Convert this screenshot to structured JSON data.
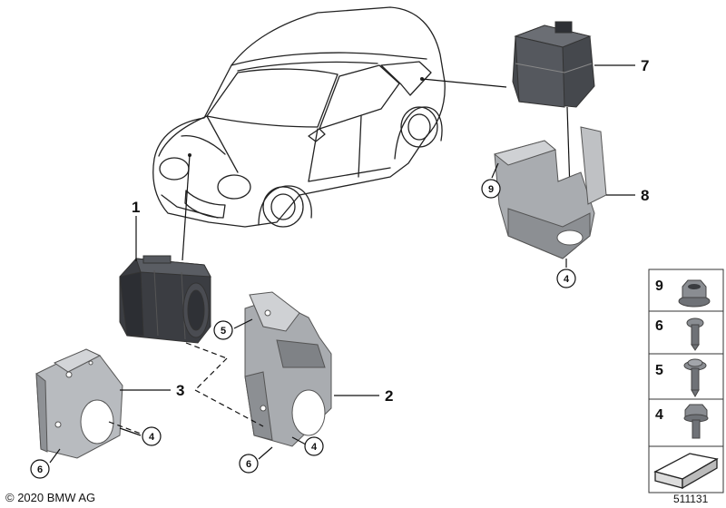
{
  "callouts": {
    "c1": "1",
    "c2": "2",
    "c3": "3",
    "c7": "7",
    "c8": "8"
  },
  "circle_refs": {
    "r9_top": "9",
    "r4_top": "4",
    "r5_mid": "5",
    "r4_left": "4",
    "r6_left": "6",
    "r4_right": "4",
    "r6_right": "6"
  },
  "side_panel": {
    "items": [
      {
        "num": "9",
        "icon": "flange-nut-icon"
      },
      {
        "num": "6",
        "icon": "torx-screw-short-icon"
      },
      {
        "num": "5",
        "icon": "torx-screw-washer-icon"
      },
      {
        "num": "4",
        "icon": "hex-bolt-icon"
      }
    ],
    "bottom_icon": "arrow-bracket-icon"
  },
  "footer": {
    "copyright": "© 2020 BMW AG",
    "diagram_number": "511131"
  }
}
